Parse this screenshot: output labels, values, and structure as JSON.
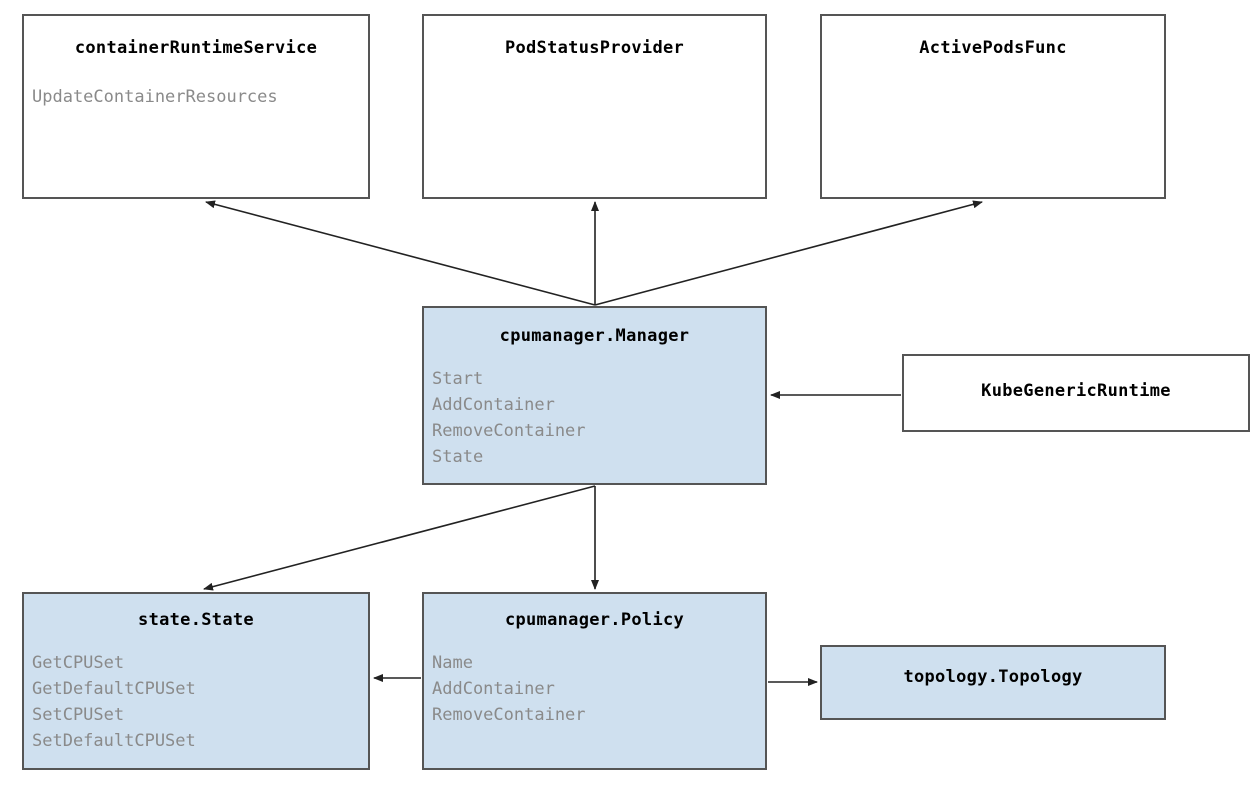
{
  "diagram": {
    "kind": "class-diagram",
    "colors": {
      "node_fill_blue": "#cfe0ef",
      "node_fill_white": "#ffffff",
      "node_border": "#555555",
      "title_text": "#000000",
      "member_text": "#8a8a8a",
      "edge_stroke": "#222222",
      "background": "#ffffff"
    },
    "nodes": [
      {
        "id": "containerRuntimeService",
        "title": "containerRuntimeService",
        "fill": "white",
        "members": [
          "UpdateContainerResources"
        ]
      },
      {
        "id": "PodStatusProvider",
        "title": "PodStatusProvider",
        "fill": "white",
        "members": []
      },
      {
        "id": "ActivePodsFunc",
        "title": "ActivePodsFunc",
        "fill": "white",
        "members": []
      },
      {
        "id": "cpumanager.Manager",
        "title": "cpumanager.Manager",
        "fill": "blue",
        "members": [
          "Start",
          "AddContainer",
          "RemoveContainer",
          "State"
        ]
      },
      {
        "id": "KubeGenericRuntime",
        "title": "KubeGenericRuntime",
        "fill": "white",
        "members": []
      },
      {
        "id": "state.State",
        "title": "state.State",
        "fill": "blue",
        "members": [
          "GetCPUSet",
          "GetDefaultCPUSet",
          "SetCPUSet",
          "SetDefaultCPUSet"
        ]
      },
      {
        "id": "cpumanager.Policy",
        "title": "cpumanager.Policy",
        "fill": "blue",
        "members": [
          "Name",
          "AddContainer",
          "RemoveContainer"
        ]
      },
      {
        "id": "topology.Topology",
        "title": "topology.Topology",
        "fill": "blue",
        "members": []
      }
    ],
    "edges": [
      {
        "from": "cpumanager.Manager",
        "to": "containerRuntimeService",
        "arrow": "end"
      },
      {
        "from": "cpumanager.Manager",
        "to": "PodStatusProvider",
        "arrow": "end"
      },
      {
        "from": "cpumanager.Manager",
        "to": "ActivePodsFunc",
        "arrow": "end"
      },
      {
        "from": "KubeGenericRuntime",
        "to": "cpumanager.Manager",
        "arrow": "end"
      },
      {
        "from": "cpumanager.Manager",
        "to": "state.State",
        "arrow": "end"
      },
      {
        "from": "cpumanager.Manager",
        "to": "cpumanager.Policy",
        "arrow": "end"
      },
      {
        "from": "cpumanager.Policy",
        "to": "state.State",
        "arrow": "end"
      },
      {
        "from": "cpumanager.Policy",
        "to": "topology.Topology",
        "arrow": "end"
      }
    ]
  }
}
